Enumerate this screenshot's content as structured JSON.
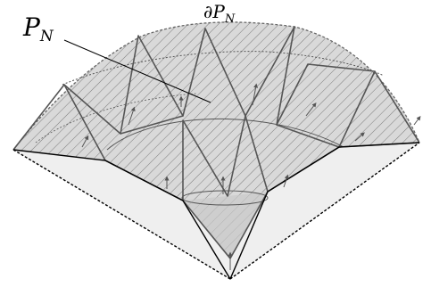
{
  "labels": {
    "polytope": {
      "main": "P",
      "sub": "N"
    },
    "boundary": {
      "prefix": "∂",
      "main": "P",
      "sub": "N"
    }
  },
  "colors": {
    "surface_fill": "#d8d8d8",
    "hatch": "#7a7a7a",
    "edge": "#555555",
    "base_fill": "#efefef",
    "base_edge": "#000000",
    "arrow": "#555555"
  }
}
